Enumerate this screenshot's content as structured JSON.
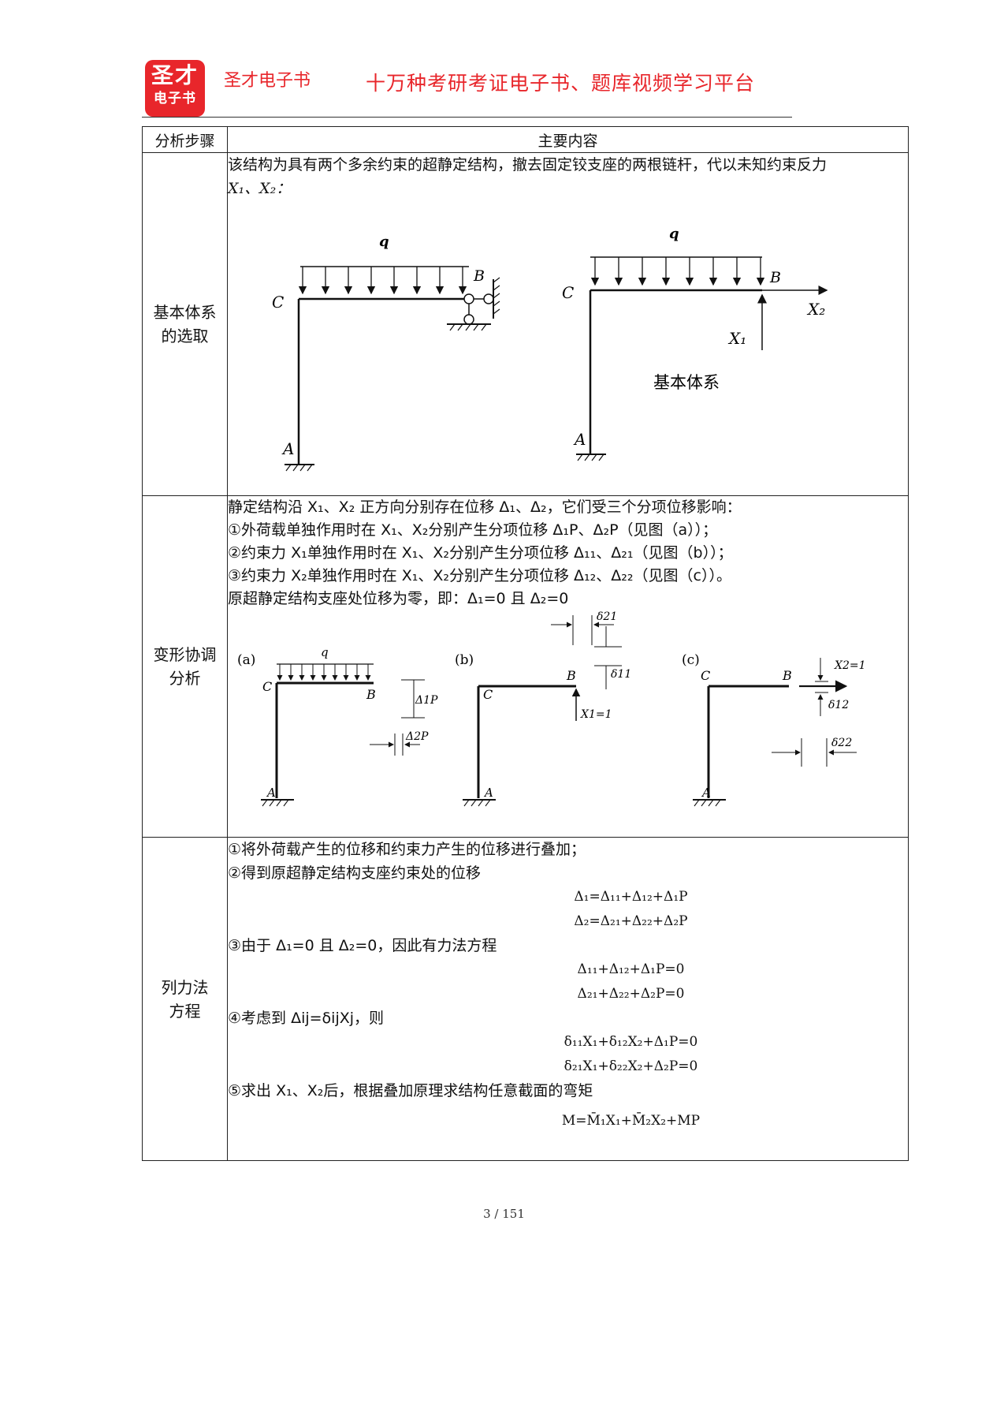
{
  "header": {
    "logo_line1": "圣才",
    "logo_line2": "电子书",
    "brand": "圣才电子书",
    "slogan": "十万种考研考证电子书、题库视频学习平台"
  },
  "table": {
    "col_step": "分析步骤",
    "col_content": "主要内容",
    "rows": [
      {
        "step": "基本体系的选取",
        "text1": "该结构为具有两个多余约束的超静定结构，撤去固定铰支座的两根链杆，代以未知约束反力",
        "text2": "X₁、X₂：",
        "fig": {
          "left": {
            "q": "q",
            "B": "B",
            "C": "C",
            "A": "A"
          },
          "right": {
            "q": "q",
            "B": "B",
            "C": "C",
            "A": "A",
            "X1": "X₁",
            "X2": "X₂",
            "caption": "基本体系"
          }
        }
      },
      {
        "step": "变形协调分析",
        "lines": [
          "静定结构沿 X₁、X₂ 正方向分别存在位移 Δ₁、Δ₂，它们受三个分项位移影响：",
          "①外荷载单独作用时在 X₁、X₂分别产生分项位移 Δ₁P、Δ₂P（见图（a））；",
          "②约束力 X₁单独作用时在 X₁、X₂分别产生分项位移 Δ₁₁、Δ₂₁（见图（b））；",
          "③约束力 X₂单独作用时在 X₁、X₂分别产生分项位移 Δ₁₂、Δ₂₂（见图（c））。",
          "原超静定结构支座处位移为零，即：Δ₁=0 且 Δ₂=0"
        ],
        "fig": {
          "a": {
            "tag": "(a)",
            "q": "q",
            "C": "C",
            "B": "B",
            "A": "A",
            "d1p": "Δ1P",
            "d2p": "Δ2P"
          },
          "b": {
            "tag": "(b)",
            "C": "C",
            "B": "B",
            "A": "A",
            "x1": "X1=1",
            "d11": "δ11",
            "d21": "δ21"
          },
          "c": {
            "tag": "(c)",
            "C": "C",
            "B": "B",
            "A": "A",
            "x2": "X2=1",
            "d12": "δ12",
            "d22": "δ22"
          }
        }
      },
      {
        "step": "列力法方程",
        "s1": "①将外荷载产生的位移和约束力产生的位移进行叠加；",
        "s2": "②得到原超静定结构支座约束处的位移",
        "e1": "Δ₁=Δ₁₁+Δ₁₂+Δ₁P",
        "e2": "Δ₂=Δ₂₁+Δ₂₂+Δ₂P",
        "s3": "③由于 Δ₁=0 且 Δ₂=0，因此有力法方程",
        "e3": "Δ₁₁+Δ₁₂+Δ₁P=0",
        "e4": "Δ₂₁+Δ₂₂+Δ₂P=0",
        "s4": "④考虑到 Δij=δijXj，则",
        "e5": "δ₁₁X₁+δ₁₂X₂+Δ₁P=0",
        "e6": "δ₂₁X₁+δ₂₂X₂+Δ₂P=0",
        "s5": "⑤求出 X₁、X₂后，根据叠加原理求结构任意截面的弯矩",
        "e7": "M=M̄₁X₁+M̄₂X₂+MP"
      }
    ]
  },
  "footer": {
    "page": "3 / 151"
  }
}
